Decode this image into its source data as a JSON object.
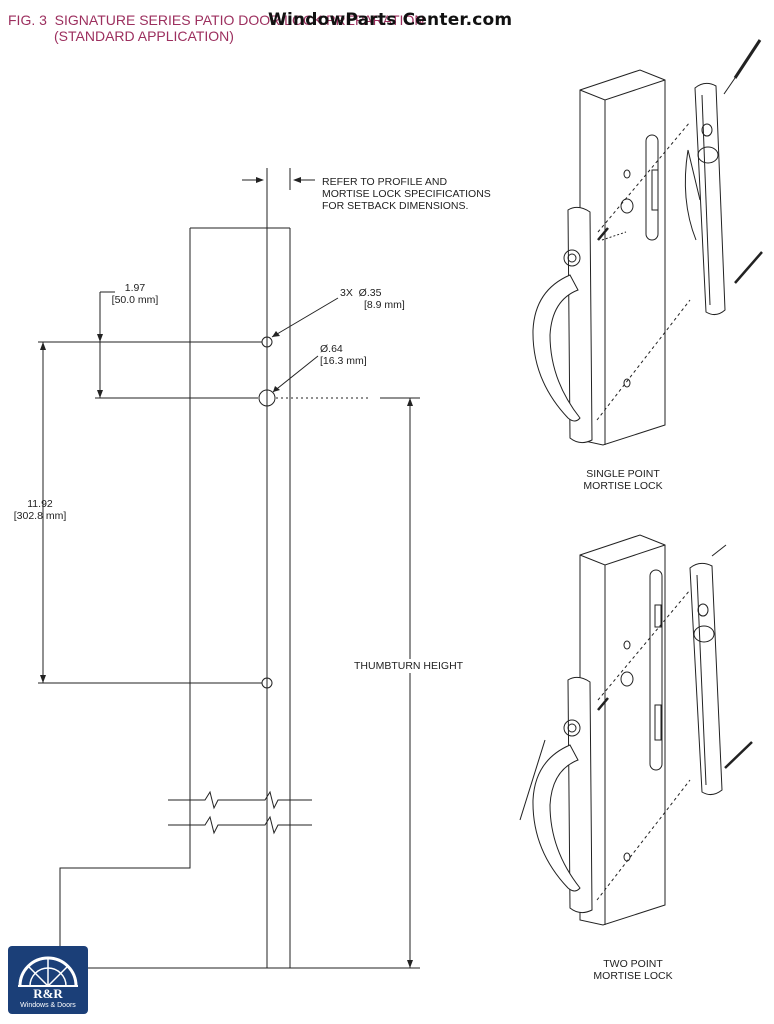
{
  "title": {
    "line1": "FIG. 3  SIGNATURE SERIES PATIO DOOR LOCK PREPARATION",
    "line2": "(STANDARD APPLICATION)"
  },
  "watermark": "WindowParts Center.com",
  "dimensions": {
    "setback_note": [
      "REFER TO PROFILE AND",
      "MORTISE LOCK SPECIFICATIONS",
      "FOR SETBACK DIMENSIONS."
    ],
    "hole_offset": {
      "inches": "1.97",
      "mm": "[50.0 mm]"
    },
    "small_holes": {
      "inches": "3X  Ø.35",
      "mm": "[8.9 mm]"
    },
    "large_hole": {
      "inches": "Ø.64",
      "mm": "[16.3 mm]"
    },
    "hole_spacing": {
      "inches": "11.92",
      "mm": "[302.8 mm]"
    },
    "thumbturn_height": "THUMBTURN HEIGHT"
  },
  "views": {
    "single": [
      "SINGLE POINT",
      "MORTISE LOCK"
    ],
    "two": [
      "TWO POINT",
      "MORTISE LOCK"
    ]
  },
  "logo": {
    "brand": "R&R",
    "tagline": "Windows & Doors",
    "color": "#1b3f78"
  },
  "colors": {
    "title": "#9c2f5e",
    "line": "#222222"
  }
}
